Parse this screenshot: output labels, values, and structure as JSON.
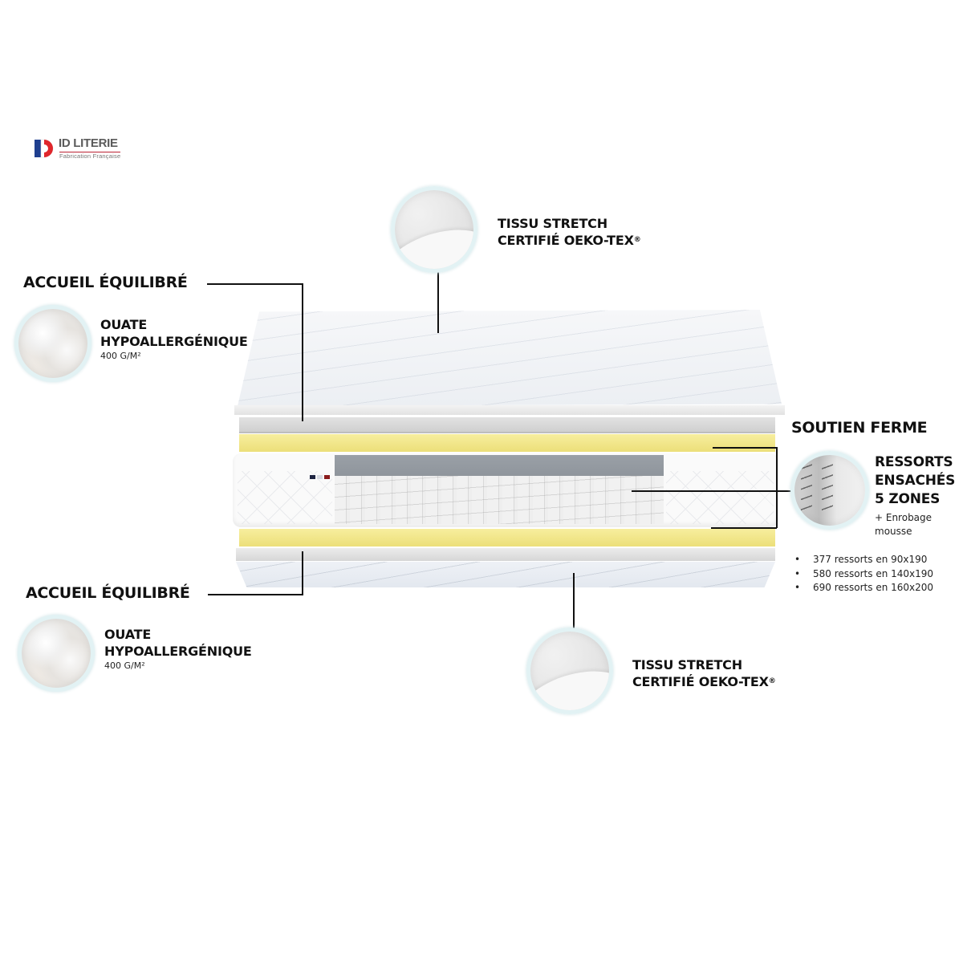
{
  "logo": {
    "brand": "ID LITERIE",
    "tagline": "Fabrication Française",
    "flag_colors": [
      "#1f3f8f",
      "#ffffff",
      "#e0262b"
    ]
  },
  "callouts": {
    "top_fabric": {
      "line1": "TISSU STRETCH",
      "line2": "CERTIFIÉ OEKO-TEX",
      "mark": "®",
      "icon": "fabric-swatch-icon"
    },
    "top_comfort": {
      "heading": "ACCUEIL ÉQUILIBRÉ",
      "line1": "OUATE",
      "line2": "HYPOALLERGÉNIQUE",
      "weight": "400 G/M²",
      "icon": "wadding-swatch-icon"
    },
    "support": {
      "heading": "SOUTIEN FERME",
      "line1": "RESSORTS",
      "line2": "ENSACHÉS",
      "line3": "5 ZONES",
      "extra1": "+ Enrobage",
      "extra2": "mousse",
      "icon": "pocket-springs-icon",
      "specs": [
        "377 ressorts en 90x190",
        "580 ressorts en 140x190",
        "690 ressorts en 160x200"
      ]
    },
    "bottom_comfort": {
      "heading": "ACCUEIL ÉQUILIBRÉ",
      "line1": "OUATE",
      "line2": "HYPOALLERGÉNIQUE",
      "weight": "400 G/M²",
      "icon": "wadding-swatch-icon"
    },
    "bottom_fabric": {
      "line1": "TISSU STRETCH",
      "line2": "CERTIFIÉ OEKO-TEX",
      "mark": "®",
      "icon": "fabric-swatch-icon"
    }
  },
  "colors": {
    "foam_yellow": "#f2e68a",
    "foam_band_grey": "#959ba2",
    "leader_line": "#111111",
    "circle_border": "#e2f2f4"
  }
}
